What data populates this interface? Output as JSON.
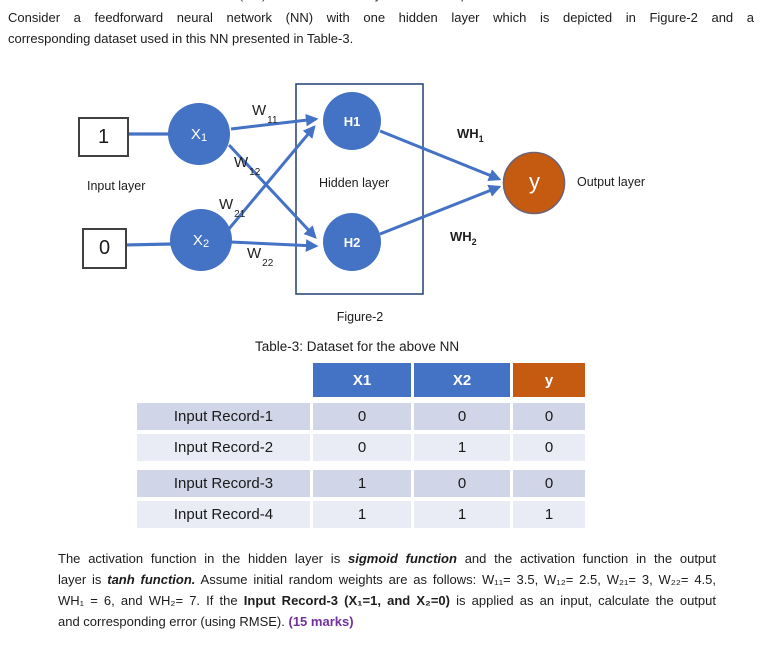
{
  "intro": {
    "remnant": "neural network (NN) with one hidden layer which is depicted in",
    "line1": "Consider a feedforward neural network (NN) with one hidden layer which is depicted in Figure-2 and a",
    "line2": "corresponding dataset used in this NN presented in Table-3."
  },
  "figure": {
    "caption": "Figure-2",
    "input_value_1": "1",
    "input_value_2": "0",
    "input_layer_label": "Input layer",
    "hidden_layer_label": "Hidden layer",
    "output_layer_label": "Output layer",
    "node_x1_base": "X",
    "node_x1_sub": "1",
    "node_x2_base": "X",
    "node_x2_sub": "2",
    "node_h1": "H1",
    "node_h2": "H2",
    "node_y": "y",
    "w11_base": "W",
    "w11_sub": "11",
    "w12_base": "W",
    "w12_sub": "12",
    "w21_base": "W",
    "w21_sub": "21",
    "w22_base": "W",
    "w22_sub": "22",
    "wh1_base": "WH",
    "wh1_sub": "1",
    "wh2_base": "WH",
    "wh2_sub": "2",
    "colors": {
      "node_blue": "#4472C4",
      "node_orange": "#C55A11",
      "connector_blue": "#4472C4",
      "hidden_box_border": "#2F4B7C"
    }
  },
  "table": {
    "caption": "Table-3: Dataset for the above NN",
    "headers": [
      "X1",
      "X2",
      "y"
    ],
    "rows": [
      {
        "label": "Input Record-1",
        "x1": "0",
        "x2": "0",
        "y": "0"
      },
      {
        "label": "Input Record-2",
        "x1": "0",
        "x2": "1",
        "y": "0"
      },
      {
        "label": "Input Record-3",
        "x1": "1",
        "x2": "0",
        "y": "0"
      },
      {
        "label": "Input Record-4",
        "x1": "1",
        "x2": "1",
        "y": "1"
      }
    ],
    "colors": {
      "header_blue": "#4472C4",
      "header_orange": "#C55A11",
      "row_dark": "#D0D5E8",
      "row_light": "#E9EBF5"
    }
  },
  "question": {
    "l1r1": "The activation function in the hidden layer is ",
    "l1r2": "sigmoid function",
    "l1r3": " and the activation function in the output",
    "l2r1": "layer is ",
    "l2r2": "tanh function.",
    "l2r3": " Assume initial random weights are as follows: W₁₁= 3.5, W₁₂= 2.5, W₂₁= 3, W₂₂= 4.5,",
    "l3r1": "WH₁ = 6, and WH₂= 7. If the ",
    "l3r2": "Input Record-3 (X₁=1, and X₂=0)",
    "l3r3": " is applied as an input, calculate the output",
    "l4r1": "and corresponding error (using RMSE). ",
    "l4r2": "(15 marks)",
    "marks_color": "#7030A0"
  }
}
